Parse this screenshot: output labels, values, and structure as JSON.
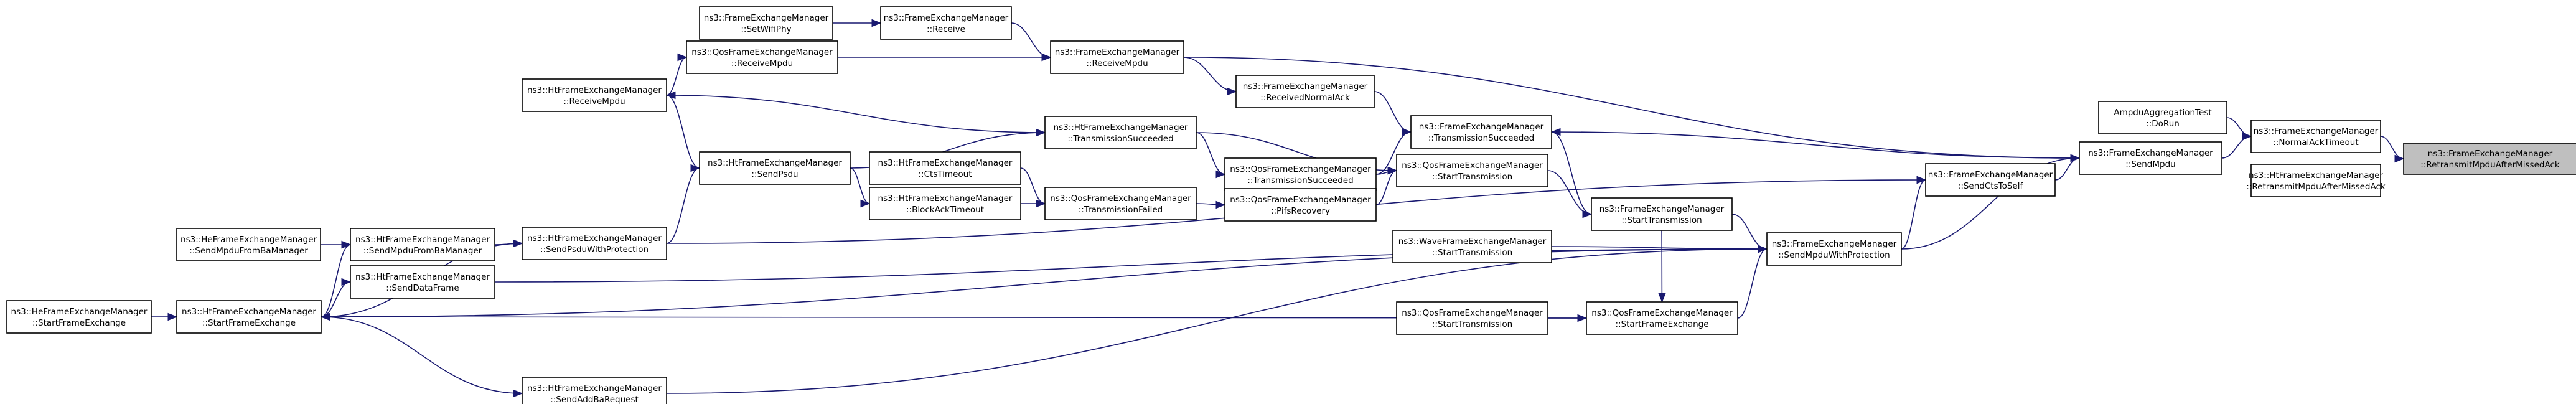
{
  "graph": {
    "colors": {
      "edge": "#191970",
      "node_border": "#000000",
      "focus_fill": "#bfbfbf",
      "background": "#ffffff"
    },
    "nodes": [
      {
        "id": "root",
        "focus": true,
        "lines": [
          "ns3::FrameExchangeManager",
          "::RetransmitMpduAfterMissedAck"
        ]
      },
      {
        "id": "normalAckTimeout",
        "lines": [
          "ns3::FrameExchangeManager",
          "::NormalAckTimeout"
        ]
      },
      {
        "id": "heRetransmit",
        "lines": [
          "ns3::HtFrameExchangeManager",
          "::RetransmitMpduAfterMissedAck"
        ]
      },
      {
        "id": "ampduTest",
        "lines": [
          "AmpduAggregationTest",
          "::DoRun"
        ]
      },
      {
        "id": "sendMpdu",
        "lines": [
          "ns3::FrameExchangeManager",
          "::SendMpdu"
        ]
      },
      {
        "id": "sendCtsToSelf",
        "lines": [
          "ns3::FrameExchangeManager",
          "::SendCtsToSelf"
        ]
      },
      {
        "id": "sendMpduWithProtection",
        "lines": [
          "ns3::FrameExchangeManager",
          "::SendMpduWithProtection"
        ]
      },
      {
        "id": "feTransmissionSucceeded",
        "lines": [
          "ns3::FrameExchangeManager",
          "::TransmissionSucceeded"
        ]
      },
      {
        "id": "qosStartTransmissionMid",
        "lines": [
          "ns3::QosFrameExchangeManager",
          "::StartTransmission"
        ]
      },
      {
        "id": "feStartTransmission",
        "lines": [
          "ns3::FrameExchangeManager",
          "::StartTransmission"
        ]
      },
      {
        "id": "qosStartFrameExchange",
        "lines": [
          "ns3::QosFrameExchangeManager",
          "::StartFrameExchange"
        ]
      },
      {
        "id": "qosStartTransmissionLow",
        "lines": [
          "ns3::QosFrameExchangeManager",
          "::StartTransmission"
        ]
      },
      {
        "id": "waveStartTransmission",
        "lines": [
          "ns3::WaveFrameExchangeManager",
          "::StartTransmission"
        ]
      },
      {
        "id": "receivedNormalAck",
        "lines": [
          "ns3::FrameExchangeManager",
          "::ReceivedNormalAck"
        ]
      },
      {
        "id": "qosTransmissionSucceeded",
        "lines": [
          "ns3::QosFrameExchangeManager",
          "::TransmissionSucceeded"
        ]
      },
      {
        "id": "qosPifsRecovery",
        "lines": [
          "ns3::QosFrameExchangeManager",
          "::PifsRecovery"
        ]
      },
      {
        "id": "qosTransmissionFailed",
        "lines": [
          "ns3::QosFrameExchangeManager",
          "::TransmissionFailed"
        ]
      },
      {
        "id": "receiveMpdu",
        "lines": [
          "ns3::FrameExchangeManager",
          "::ReceiveMpdu"
        ]
      },
      {
        "id": "htTransmissionSucceeded",
        "lines": [
          "ns3::HtFrameExchangeManager",
          "::TransmissionSucceeded"
        ]
      },
      {
        "id": "receive",
        "lines": [
          "ns3::FrameExchangeManager",
          "::Receive"
        ]
      },
      {
        "id": "setWifiPhy",
        "lines": [
          "ns3::FrameExchangeManager",
          "::SetWifiPhy"
        ]
      },
      {
        "id": "qosReceiveMpdu",
        "lines": [
          "ns3::QosFrameExchangeManager",
          "::ReceiveMpdu"
        ]
      },
      {
        "id": "htReceiveMpdu",
        "lines": [
          "ns3::HtFrameExchangeManager",
          "::ReceiveMpdu"
        ]
      },
      {
        "id": "sendPsdu",
        "lines": [
          "ns3::HtFrameExchangeManager",
          "::SendPsdu"
        ]
      },
      {
        "id": "ctsTimeout",
        "lines": [
          "ns3::HtFrameExchangeManager",
          "::CtsTimeout"
        ]
      },
      {
        "id": "blockAckTimeout",
        "lines": [
          "ns3::HtFrameExchangeManager",
          "::BlockAckTimeout"
        ]
      },
      {
        "id": "sendPsduWithProtection",
        "lines": [
          "ns3::HtFrameExchangeManager",
          "::SendPsduWithProtection"
        ]
      },
      {
        "id": "sendMpduFromBaManager",
        "lines": [
          "ns3::HtFrameExchangeManager",
          "::SendMpduFromBaManager"
        ]
      },
      {
        "id": "heSendMpduFromBaManager",
        "lines": [
          "ns3::HeFrameExchangeManager",
          "::SendMpduFromBaManager"
        ]
      },
      {
        "id": "sendDataFrame",
        "lines": [
          "ns3::HtFrameExchangeManager",
          "::SendDataFrame"
        ]
      },
      {
        "id": "htStartFrameExchange",
        "lines": [
          "ns3::HtFrameExchangeManager",
          "::StartFrameExchange"
        ]
      },
      {
        "id": "heStartFrameExchange",
        "lines": [
          "ns3::HeFrameExchangeManager",
          "::StartFrameExchange"
        ]
      },
      {
        "id": "sendAddBaRequest",
        "lines": [
          "ns3::HtFrameExchangeManager",
          "::SendAddBaRequest"
        ]
      }
    ],
    "edges": [
      {
        "from": "normalAckTimeout",
        "to": "root"
      },
      {
        "from": "ampduTest",
        "to": "normalAckTimeout"
      },
      {
        "from": "sendMpdu",
        "to": "normalAckTimeout"
      },
      {
        "from": "receiveMpdu",
        "to": "sendMpdu"
      },
      {
        "from": "sendCtsToSelf",
        "to": "sendMpdu"
      },
      {
        "from": "sendMpduWithProtection",
        "to": "sendMpdu"
      },
      {
        "from": "sendMpdu",
        "to": "feTransmissionSucceeded"
      },
      {
        "from": "sendMpduWithProtection",
        "to": "sendCtsToSelf"
      },
      {
        "from": "sendPsduWithProtection",
        "to": "sendCtsToSelf"
      },
      {
        "from": "feStartTransmission",
        "to": "sendMpduWithProtection"
      },
      {
        "from": "waveStartTransmission",
        "to": "sendMpduWithProtection"
      },
      {
        "from": "sendDataFrame",
        "to": "sendMpduWithProtection"
      },
      {
        "from": "htStartFrameExchange",
        "to": "sendMpduWithProtection"
      },
      {
        "from": "qosStartFrameExchange",
        "to": "sendMpduWithProtection"
      },
      {
        "from": "sendAddBaRequest",
        "to": "sendMpduWithProtection"
      },
      {
        "from": "feTransmissionSucceeded",
        "to": "feStartTransmission"
      },
      {
        "from": "qosStartTransmissionMid",
        "to": "feStartTransmission"
      },
      {
        "from": "receivedNormalAck",
        "to": "feTransmissionSucceeded"
      },
      {
        "from": "qosTransmissionSucceeded",
        "to": "feTransmissionSucceeded"
      },
      {
        "from": "qosPifsRecovery",
        "to": "qosStartTransmissionMid"
      },
      {
        "from": "qosTransmissionSucceeded",
        "to": "qosStartTransmissionMid"
      },
      {
        "from": "htTransmissionSucceeded",
        "to": "qosStartTransmissionMid"
      },
      {
        "from": "qosTransmissionFailed",
        "to": "qosPifsRecovery"
      },
      {
        "from": "htTransmissionSucceeded",
        "to": "qosTransmissionSucceeded"
      },
      {
        "from": "ctsTimeout",
        "to": "qosTransmissionFailed"
      },
      {
        "from": "blockAckTimeout",
        "to": "qosTransmissionFailed"
      },
      {
        "from": "receiveMpdu",
        "to": "receivedNormalAck"
      },
      {
        "from": "receive",
        "to": "receiveMpdu"
      },
      {
        "from": "qosReceiveMpdu",
        "to": "receiveMpdu"
      },
      {
        "from": "setWifiPhy",
        "to": "receive"
      },
      {
        "from": "htReceiveMpdu",
        "to": "qosReceiveMpdu"
      },
      {
        "from": "htReceiveMpdu",
        "to": "htTransmissionSucceeded"
      },
      {
        "from": "sendPsdu",
        "to": "htTransmissionSucceeded"
      },
      {
        "from": "sendPsdu",
        "to": "htReceiveMpdu"
      },
      {
        "from": "sendPsdu",
        "to": "blockAckTimeout"
      },
      {
        "from": "sendPsduWithProtection",
        "to": "sendPsdu"
      },
      {
        "from": "sendMpduFromBaManager",
        "to": "sendPsduWithProtection"
      },
      {
        "from": "htStartFrameExchange",
        "to": "sendPsduWithProtection"
      },
      {
        "from": "heSendMpduFromBaManager",
        "to": "sendMpduFromBaManager"
      },
      {
        "from": "htStartFrameExchange",
        "to": "sendMpduFromBaManager"
      },
      {
        "from": "htStartFrameExchange",
        "to": "sendDataFrame"
      },
      {
        "from": "qosStartFrameExchange",
        "to": "htStartFrameExchange"
      },
      {
        "from": "heStartFrameExchange",
        "to": "htStartFrameExchange"
      },
      {
        "from": "qosStartTransmissionLow",
        "to": "qosStartFrameExchange"
      },
      {
        "from": "feStartTransmission",
        "to": "qosStartFrameExchange"
      },
      {
        "from": "htStartFrameExchange",
        "to": "sendAddBaRequest"
      }
    ]
  }
}
